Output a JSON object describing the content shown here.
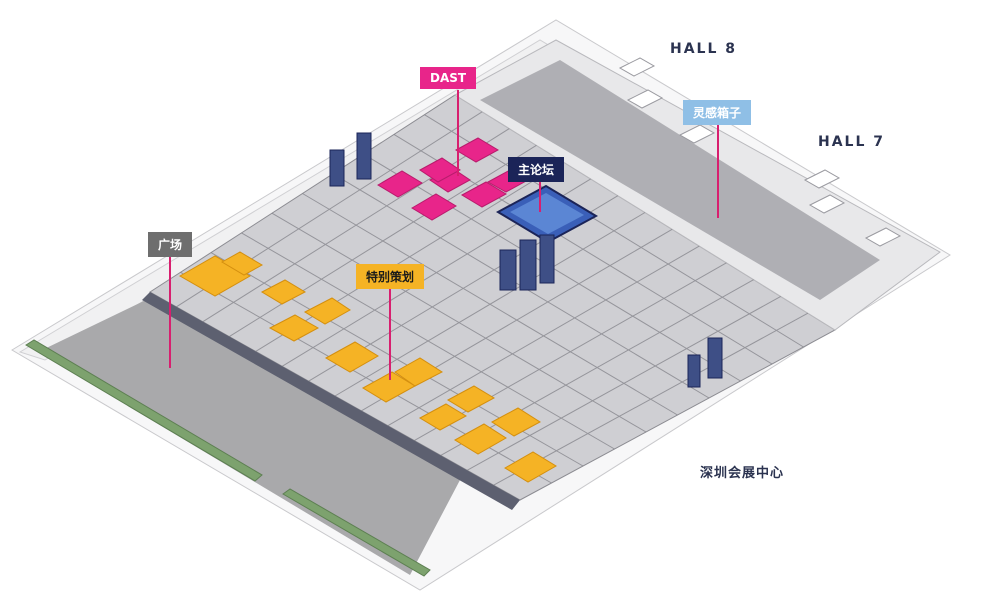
{
  "labels": {
    "hall8": "HALL 8",
    "hall7": "HALL 7",
    "dast": "DAST",
    "inspiration_box": "灵感箱子",
    "main_forum": "主论坛",
    "plaza": "广场",
    "special_planning": "特别策划",
    "venue": "深圳会展中心"
  },
  "colors": {
    "dast": "#e8258a",
    "inspiration_box": "#8fbfe6",
    "main_forum": "#1b2458",
    "plaza": "#6e6e6e",
    "special_planning": "#f5b325",
    "booth_wall": "#9a9aa0",
    "hall_floor": "#c9c9cc",
    "road": "#a9a9ab",
    "green_strip": "#7da26e"
  }
}
